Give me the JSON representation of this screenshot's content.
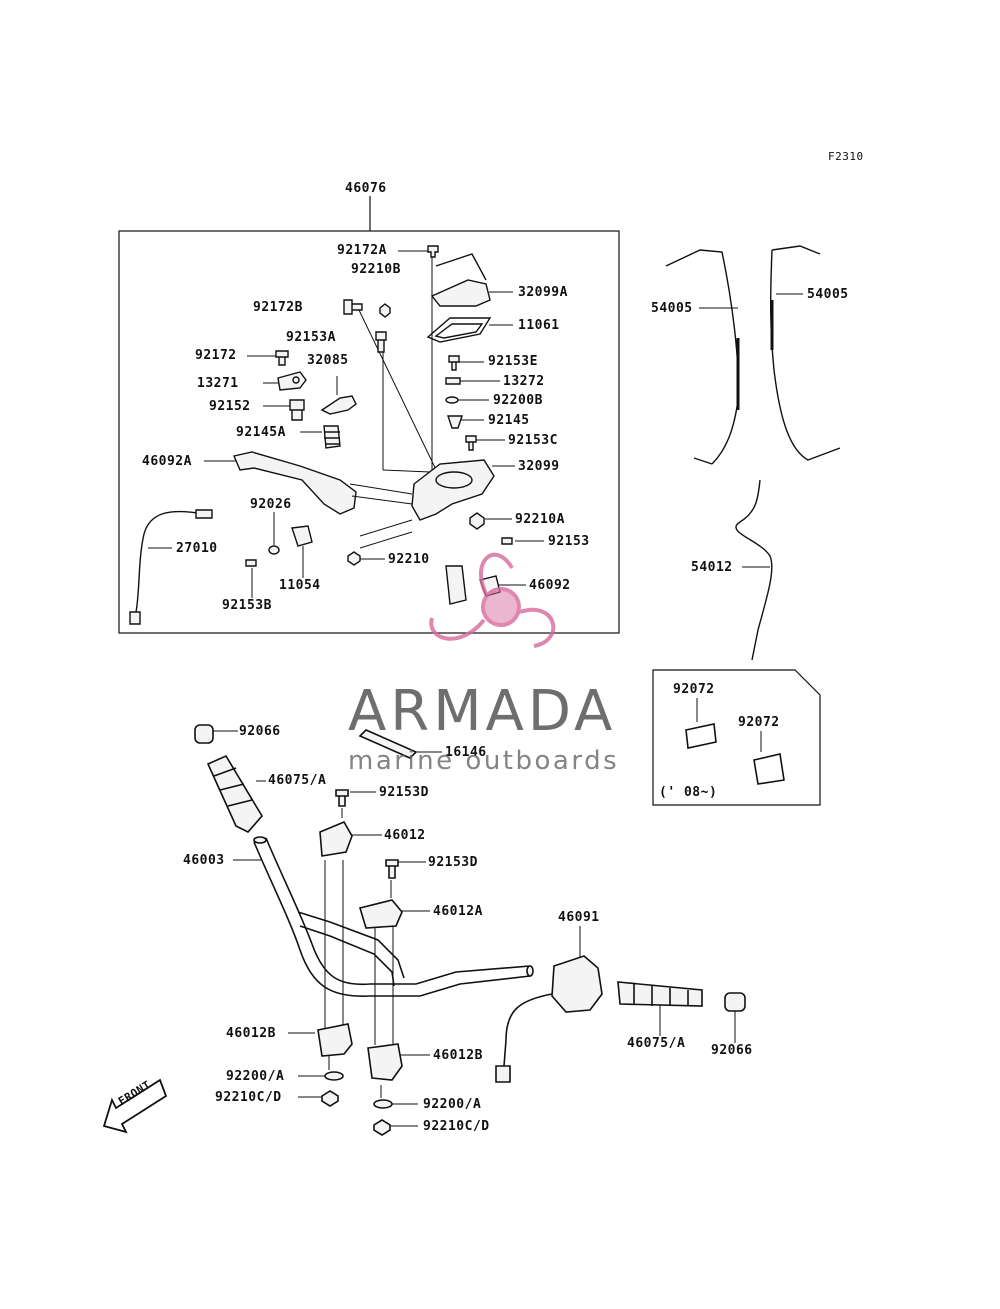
{
  "diagram": {
    "figure_code": "F2310",
    "labels": {
      "p46076": "46076",
      "p92172A": "92172A",
      "p92210B": "92210B",
      "p32099A": "32099A",
      "p92172B": "92172B",
      "p11061": "11061",
      "p92153A": "92153A",
      "p92172": "92172",
      "p32085": "32085",
      "p92153E": "92153E",
      "p13271": "13271",
      "p13272": "13272",
      "p92200B": "92200B",
      "p92152": "92152",
      "p92145": "92145",
      "p92145A": "92145A",
      "p92153C": "92153C",
      "p46092A": "46092A",
      "p32099": "32099",
      "p92026": "92026",
      "p92210A": "92210A",
      "p27010": "27010",
      "p92153": "92153",
      "p92210": "92210",
      "p11054": "11054",
      "p46092": "46092",
      "p92153B": "92153B",
      "p54005L": "54005",
      "p54005R": "54005",
      "p54012": "54012",
      "p92072a": "92072",
      "p92072b": "92072",
      "p08": "(' 08~)",
      "p92066L": "92066",
      "p16146": "16146",
      "p46075L": "46075/A",
      "p92153D1": "92153D",
      "p46012": "46012",
      "p46003": "46003",
      "p92153D2": "92153D",
      "p46012A": "46012A",
      "p46091": "46091",
      "p46012B1": "46012B",
      "p46012B2": "46012B",
      "p46075R": "46075/A",
      "p92066R": "92066",
      "p92200A1": "92200/A",
      "p92210CD1": "92210C/D",
      "p92200A2": "92200/A",
      "p92210CD2": "92210C/D"
    },
    "front_arrow_text": "FRONT"
  },
  "watermark": {
    "title": "ARMADA",
    "subtitle": "marine outboards",
    "logo_color": "#d66a9c"
  },
  "colors": {
    "line": "#111111",
    "part_fill": "#f4f4f4"
  }
}
